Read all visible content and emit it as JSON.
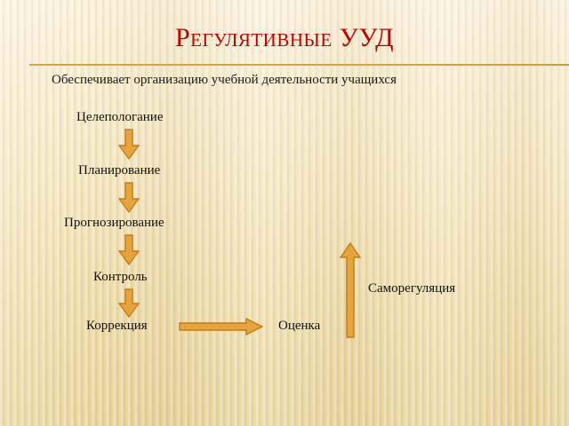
{
  "slide": {
    "title": "Регулятивные УУД",
    "subtitle": "Обеспечивает организацию учебной деятельности учащихся",
    "background_color": "#f4e6bd",
    "title_color": "#c00000",
    "rule_color": "#d6a23c",
    "text_color": "#111111",
    "arrow_fill": "#e8a33d",
    "arrow_stroke": "#c17d1a"
  },
  "nodes": [
    {
      "id": "celepologanie",
      "label": "Целепологание"
    },
    {
      "id": "planirovanie",
      "label": "Планирование"
    },
    {
      "id": "prognozirovanie",
      "label": "Прогнозирование"
    },
    {
      "id": "kontrol",
      "label": "Контроль"
    },
    {
      "id": "korrekciya",
      "label": "Коррекция"
    },
    {
      "id": "ocenka",
      "label": "Оценка"
    },
    {
      "id": "samoregulyaciya",
      "label": "Саморегуляция"
    }
  ],
  "arrows": [
    {
      "id": "celepologanie-to-planirovanie",
      "direction": "down"
    },
    {
      "id": "planirovanie-to-prognozirovanie",
      "direction": "down"
    },
    {
      "id": "prognozirovanie-to-kontrol",
      "direction": "down"
    },
    {
      "id": "kontrol-to-korrekciya",
      "direction": "down"
    },
    {
      "id": "korrekciya-to-ocenka",
      "direction": "right"
    },
    {
      "id": "ocenka-to-samoregulyaciya",
      "direction": "up"
    }
  ]
}
